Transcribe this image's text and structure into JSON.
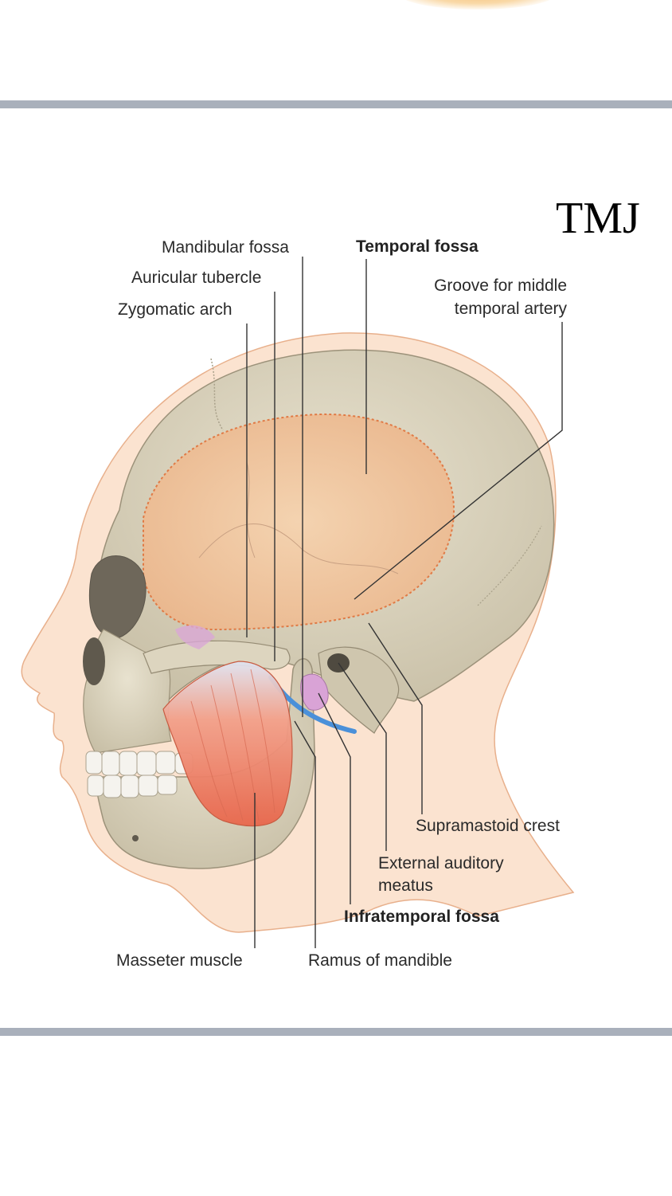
{
  "title": "TMJ",
  "labels": {
    "mandibular_fossa": "Mandibular fossa",
    "temporal_fossa": "Temporal fossa",
    "auricular_tubercle": "Auricular tubercle",
    "groove_line1": "Groove for middle",
    "groove_line2": "temporal artery",
    "zygomatic_arch": "Zygomatic arch",
    "supramastoid_crest": "Supramastoid crest",
    "external_auditory_line1": "External auditory",
    "external_auditory_line2": "meatus",
    "infratemporal_fossa": "Infratemporal fossa",
    "masseter_muscle": "Masseter muscle",
    "ramus_of_mandible": "Ramus of mandible"
  },
  "colors": {
    "divider": "#a9b0bb",
    "skin": "#fbe3d0",
    "bone": "#d9d2bd",
    "temporal_fossa_fill": "#f0c9a0",
    "muscle": "#ec7c5f",
    "artery": "#4a90d9"
  }
}
